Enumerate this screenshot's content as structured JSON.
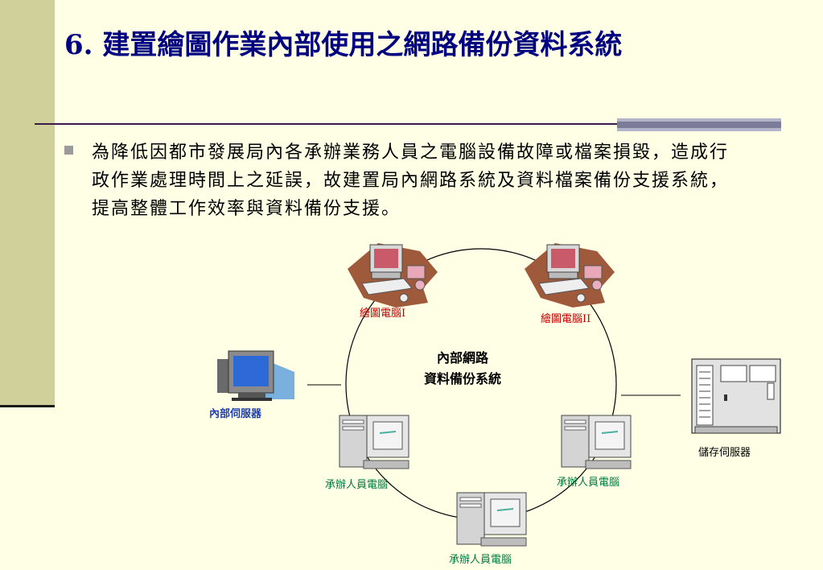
{
  "title": "6. 建置繪圖作業內部使用之網路備份資料系統",
  "bullet_text": "為降低因都市發展局內各承辦業務人員之電腦設備故障或檔案損毀，造成行政作業處理時間上之延誤，故建置局內網路系統及資料檔案備份支援系統，提高整體工作效率與資料備份支援。",
  "diagram": {
    "center_line1": "內部網路",
    "center_line2": "資料備份系統",
    "node_drawing_1": "繪圖電腦I",
    "node_drawing_2": "繪圖電腦II",
    "node_internal_server": "內部伺服器",
    "node_storage_server": "儲存伺服器",
    "node_staff_1": "承辦人員電腦",
    "node_staff_2": "承辦人員電腦",
    "node_staff_3": "承辦人員電腦"
  },
  "colors": {
    "title": "#000080",
    "band": "#cfd09a",
    "drawing_label": "#c00000",
    "staff_label": "#007a3d",
    "server_label": "#1f3fb0"
  }
}
